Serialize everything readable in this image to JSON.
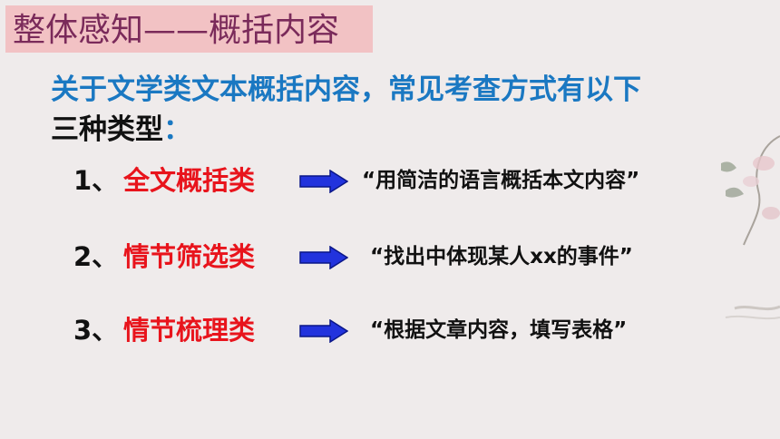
{
  "slide": {
    "title": "整体感知——概括内容",
    "intro_line1": "关于文学类文本概括内容，常见考查方式有以下",
    "intro_line2": "三种类型",
    "intro_colon": "："
  },
  "items": [
    {
      "number": "1、",
      "category": "全文概括类",
      "description": "“用简洁的语言概括本文内容”"
    },
    {
      "number": "2、",
      "category": "情节筛选类",
      "description": "“找出中体现某人xx的事件”"
    },
    {
      "number": "3、",
      "category": "情节梳理类",
      "description": "“根据文章内容，填写表格”"
    }
  ],
  "colors": {
    "background": "#efebeb",
    "title_bg": "#f2c2c4",
    "title_text": "#7a2a5a",
    "intro_blue": "#1a78c2",
    "category_red": "#e8141c",
    "arrow_blue": "#2233dd"
  },
  "icons": {
    "arrow": "right-arrow-icon",
    "decoration": "floral-ink-decoration"
  }
}
